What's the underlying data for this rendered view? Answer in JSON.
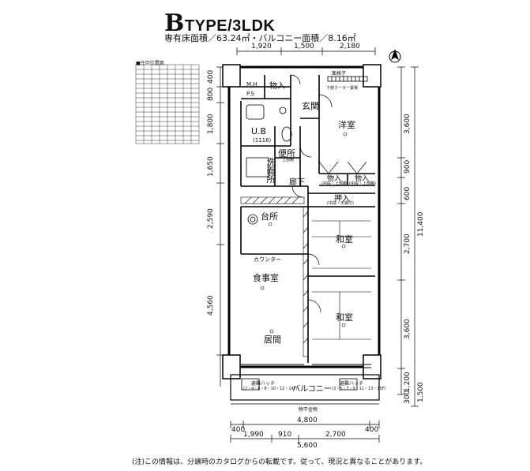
{
  "header": {
    "type_letter": "B",
    "type_rest": "TYPE/3LDK",
    "subtitle": "専有床面積／63.24㎡・バルコニー面積／8.16㎡"
  },
  "legend": {
    "title": "■住戸位置図"
  },
  "top_dims": [
    "1,920",
    "1,500",
    "2,180"
  ],
  "bottom_dims_row1": [
    "400",
    "4,800",
    "400"
  ],
  "bottom_dims_row2": [
    "1,990",
    "910",
    "2,700"
  ],
  "bottom_total": "5,600",
  "left_dims": [
    "400",
    "800",
    "1,800",
    "1,650",
    "2,590",
    "4,560"
  ],
  "right_dims": [
    "3,600",
    "900",
    "600",
    "2,700",
    "3,600",
    "1,200",
    "300"
  ],
  "right_total": "11,400",
  "right_extra": "1,500",
  "rooms": {
    "monoire1": "物入",
    "genkan": "玄関",
    "youshitsu": "洋室",
    "ub": "U.B",
    "ub_size": "(1116)",
    "benjo": "便所",
    "senmenjo": "洗\n面\n所",
    "monoire2": "物入",
    "monoire3": "物入",
    "roka": "廊下",
    "oshiire": "押入",
    "daidokoro": "台所",
    "washitsu1": "和室",
    "shokujishitsu": "食事室",
    "washitsu2": "和室",
    "ima": "居間",
    "balcony": "バルコニー",
    "counter": "カウンター",
    "mh_ps": "M.H",
    "ps": "P.S"
  },
  "labels": {
    "nishi_koshi": "面格子",
    "cooler": "下部クーラー置場",
    "hinan_left": "避難ハッチ",
    "hinan_left_floors": "(2・4・6・8・10・12・14F)",
    "hinan_right": "避難ハッチ",
    "hinan_right_floors": "(3・5・7・9・11・13・15F)",
    "monohoshi": "物干金物",
    "oshiire_sub": "(中段・天袋付)",
    "monoire_sub1": "(中段・上部棚)",
    "monoire_sub2": "(中段・上部棚)",
    "ueduna": "上部棚"
  },
  "north": "N",
  "note": "(注)この情報は、分譲時のカタログからの転載です。従って、現況と異なることがあります。"
}
